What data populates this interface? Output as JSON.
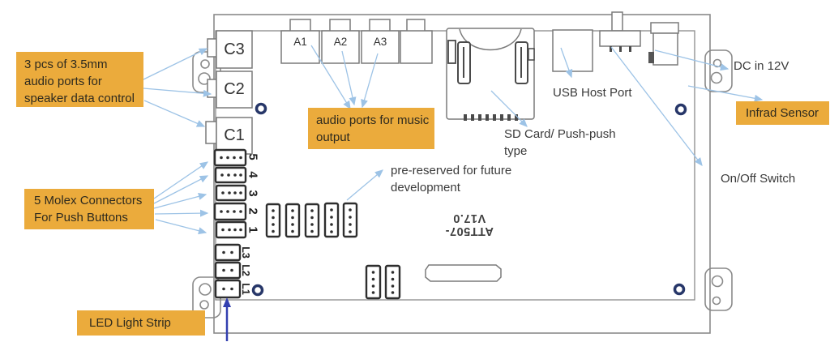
{
  "board": {
    "silkscreen_text": "ATT507-V17.0",
    "c_ports": [
      "C3",
      "C2",
      "C1"
    ],
    "a_ports": [
      "A1",
      "A2",
      "A3"
    ],
    "molex_numbers": [
      "5",
      "4",
      "3",
      "2",
      "1"
    ],
    "led_connectors": [
      "L3",
      "L2",
      "L1"
    ]
  },
  "annotations": {
    "speaker_ports": [
      "3 pcs of 3.5mm",
      "audio ports  for",
      "speaker data control"
    ],
    "molex": [
      "5 Molex Connectors",
      "For Push Buttons"
    ],
    "music_ports": [
      "audio ports for music",
      "output"
    ],
    "led": "LED Light Strip",
    "infrad": "Infrad Sensor",
    "usb": "USB Host Port",
    "sd_card": [
      "SD Card/ Push-push",
      "type"
    ],
    "dc": "DC in 12V",
    "onoff": "On/Off Switch",
    "prereserved": [
      "pre-reserved for future",
      "development"
    ]
  },
  "colors": {
    "label_bg": "#ebab3c",
    "line_blue": "#9dc3e6",
    "arrow_blue": "#3340b0",
    "ring": "#273769",
    "outline": "#8a8a8a",
    "conn": "#2e2e2e",
    "text": "#3a3a3a"
  }
}
